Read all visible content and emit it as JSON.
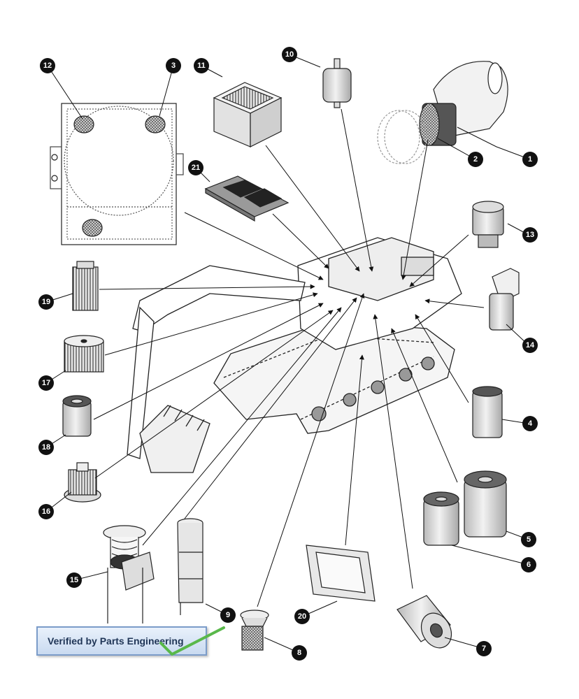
{
  "callouts": [
    {
      "id": "c1",
      "label": "1"
    },
    {
      "id": "c2",
      "label": "2"
    },
    {
      "id": "c3",
      "label": "3"
    },
    {
      "id": "c4",
      "label": "4"
    },
    {
      "id": "c5",
      "label": "5"
    },
    {
      "id": "c6",
      "label": "6"
    },
    {
      "id": "c7",
      "label": "7"
    },
    {
      "id": "c8",
      "label": "8"
    },
    {
      "id": "c9",
      "label": "9"
    },
    {
      "id": "c10",
      "label": "10"
    },
    {
      "id": "c11",
      "label": "11"
    },
    {
      "id": "c12",
      "label": "12"
    },
    {
      "id": "c13",
      "label": "13"
    },
    {
      "id": "c14",
      "label": "14"
    },
    {
      "id": "c15",
      "label": "15"
    },
    {
      "id": "c16",
      "label": "16"
    },
    {
      "id": "c17",
      "label": "17"
    },
    {
      "id": "c18",
      "label": "18"
    },
    {
      "id": "c19",
      "label": "19"
    },
    {
      "id": "c20",
      "label": "20"
    },
    {
      "id": "c21",
      "label": "21"
    }
  ],
  "stamp": {
    "text": "Verified by Parts Engineering",
    "check_color": "#59b84a",
    "border_color": "#7b9cc9"
  }
}
